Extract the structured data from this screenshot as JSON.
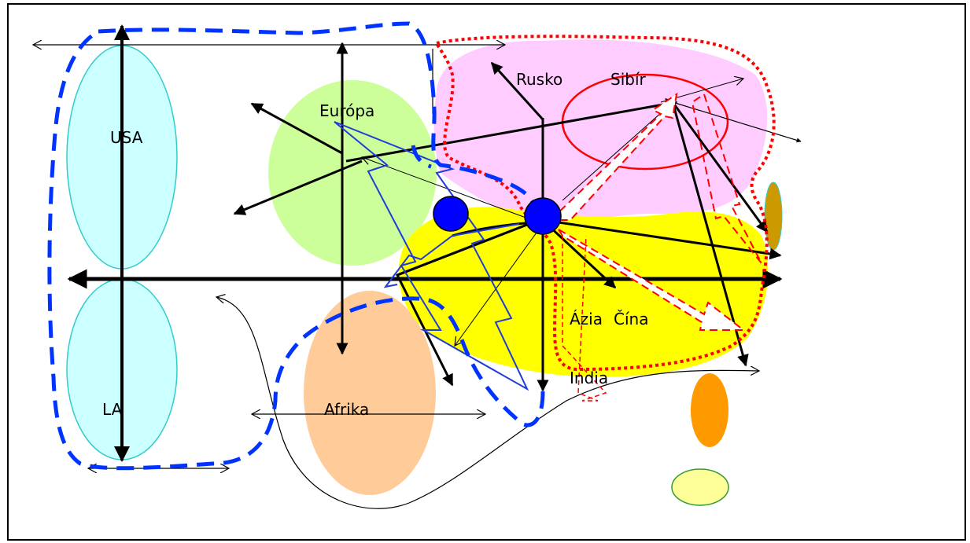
{
  "labels": {
    "usa": "USA",
    "la": "LA",
    "europa": "Európa",
    "afrika": "Afrika",
    "rusko": "Rusko",
    "sibir": "Sibír",
    "azia": "Ázia",
    "cina": "Čína",
    "india": "India"
  },
  "colors": {
    "frame": "#000000",
    "usa_fill": "#ccffff",
    "usa_stroke": "#33cccc",
    "europe_fill": "#ccff99",
    "africa_fill": "#ffcc99",
    "russia_fill": "#ffccff",
    "asia_fill": "#ffff00",
    "siberia_ring": "#ff0000",
    "blue_dashed": "#0033ff",
    "red_dotted": "#ff0000",
    "hub_fill": "#0000ff",
    "olive_oval": "#cc9900",
    "orange_oval": "#ff9900",
    "pale_oval_fill": "#ffff99",
    "pale_oval_stroke": "#339933"
  }
}
